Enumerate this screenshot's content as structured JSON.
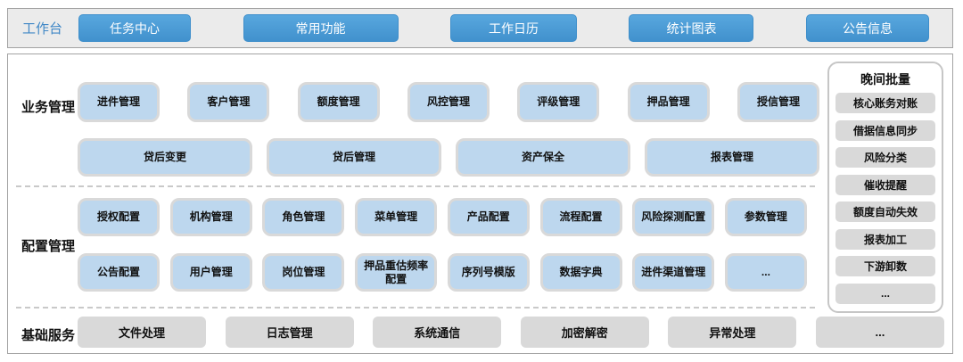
{
  "topbar": {
    "label": "工作台",
    "buttons": [
      "任务中心",
      "常用功能",
      "工作日历",
      "统计图表",
      "公告信息"
    ]
  },
  "sections": {
    "business": {
      "label": "业务管理",
      "row1": [
        "进件管理",
        "客户管理",
        "额度管理",
        "风控管理",
        "评级管理",
        "押品管理",
        "授信管理"
      ],
      "row2": [
        "贷后变更",
        "贷后管理",
        "资产保全",
        "报表管理"
      ]
    },
    "config": {
      "label": "配置管理",
      "row1": [
        "授权配置",
        "机构管理",
        "角色管理",
        "菜单管理",
        "产品配置",
        "流程配置",
        "风险探测配置",
        "参数管理"
      ],
      "row2": [
        "公告配置",
        "用户管理",
        "岗位管理",
        "押品重估频率配置",
        "序列号模版",
        "数据字典",
        "进件渠道管理",
        "..."
      ]
    },
    "base": {
      "label": "基础服务",
      "items": [
        "文件处理",
        "日志管理",
        "系统通信",
        "加密解密",
        "异常处理",
        "..."
      ]
    }
  },
  "night_batch": {
    "title": "晚间批量",
    "items": [
      "核心账务对账",
      "借据信息同步",
      "风险分类",
      "催收提醒",
      "额度自动失效",
      "报表加工",
      "下游卸数",
      "..."
    ]
  },
  "colors": {
    "accent": "#3f87c6",
    "btn-top": "#58a7de",
    "btn-bottom": "#4191cd",
    "tile": "#bdd7ee",
    "gray": "#d9d9d9"
  }
}
